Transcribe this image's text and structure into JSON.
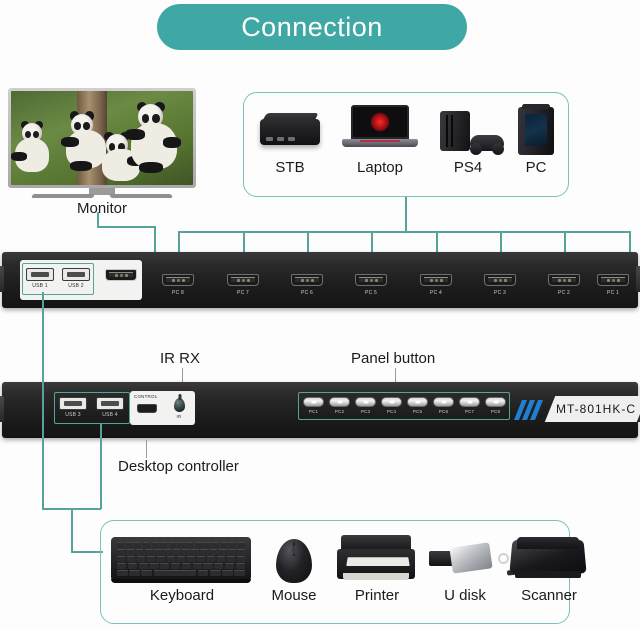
{
  "title": {
    "text": "Connection"
  },
  "colors": {
    "banner_teal": "#3fa8a5",
    "connector_teal": "#57a39c",
    "group_border": "#7dc0bb",
    "brand_blue": "#1f7fd0",
    "panel_black": "#1d1d1d"
  },
  "monitor": {
    "label": "Monitor",
    "screen_content": "pandas-in-tree-photo"
  },
  "sources": {
    "items": [
      {
        "label": "STB",
        "icon": "set-top-box-icon"
      },
      {
        "label": "Laptop",
        "icon": "laptop-icon"
      },
      {
        "label": "PS4",
        "icon": "game-console-icon"
      },
      {
        "label": "PC",
        "icon": "desktop-tower-icon"
      }
    ]
  },
  "front_panel": {
    "usb_ports": [
      {
        "label": "USB 1"
      },
      {
        "label": "USB 2"
      }
    ],
    "hdmi_out_label": "",
    "hdmi_inputs": [
      {
        "label": "PC 8"
      },
      {
        "label": "PC 7"
      },
      {
        "label": "PC 6"
      },
      {
        "label": "PC 5"
      },
      {
        "label": "PC 4"
      },
      {
        "label": "PC 3"
      },
      {
        "label": "PC 2"
      },
      {
        "label": "PC 1"
      }
    ]
  },
  "rear_panel": {
    "usb_ports": [
      {
        "label": "USB 3"
      },
      {
        "label": "USB 4"
      }
    ],
    "control_label": "CONTROL",
    "ir_label": "IR",
    "buttons": [
      {
        "label": "PC1"
      },
      {
        "label": "PC2"
      },
      {
        "label": "PC3"
      },
      {
        "label": "PC4"
      },
      {
        "label": "PC5"
      },
      {
        "label": "PC6"
      },
      {
        "label": "PC7"
      },
      {
        "label": "PC8"
      }
    ],
    "model": "MT-801HK-C"
  },
  "annotations": {
    "ir_rx": "IR RX",
    "panel_button": "Panel button",
    "desktop_controller": "Desktop controller"
  },
  "peripherals": {
    "items": [
      {
        "label": "Keyboard",
        "icon": "keyboard-icon"
      },
      {
        "label": "Mouse",
        "icon": "mouse-icon"
      },
      {
        "label": "Printer",
        "icon": "printer-icon"
      },
      {
        "label": "U disk",
        "icon": "usb-flash-drive-icon"
      },
      {
        "label": "Scanner",
        "icon": "scanner-icon"
      }
    ]
  }
}
